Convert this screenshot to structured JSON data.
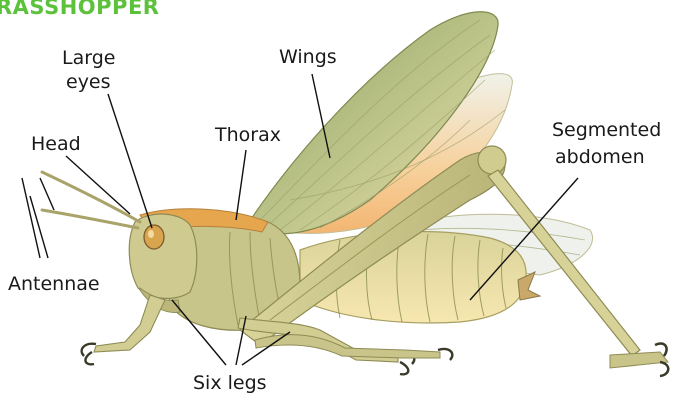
{
  "title": "RASSHOPPER",
  "labels": {
    "large_eyes_line1": "Large",
    "large_eyes_line2": "eyes",
    "wings": "Wings",
    "head": "Head",
    "thorax": "Thorax",
    "abdomen_line1": "Segmented",
    "abdomen_line2": "abdomen",
    "antennae": "Antennae",
    "six_legs": "Six legs"
  },
  "colors": {
    "title": "#5cc23c",
    "body_green": "#c9c88a",
    "thorax_orange": "#e0a24a",
    "wing_green": "#9fae6e",
    "wing_orange": "#f2b76a",
    "abdomen": "#f0d89a"
  }
}
